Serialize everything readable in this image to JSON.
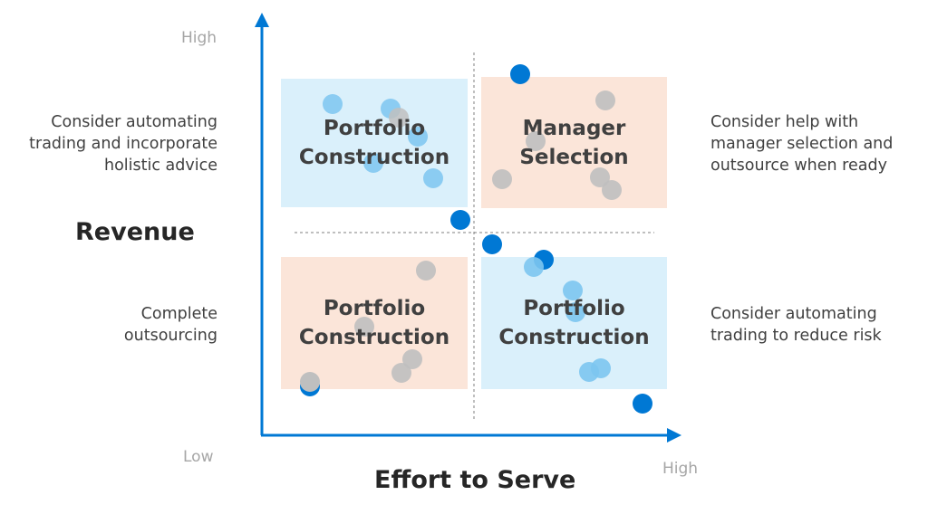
{
  "axis_y": {
    "high_label": "High",
    "low_label": "Low",
    "title": "Revenue"
  },
  "axis_x": {
    "high_label": "High",
    "title": "Effort to Serve"
  },
  "side_notes": {
    "top_left": [
      "Consider automating",
      "trading and incorporate",
      "holistic advice"
    ],
    "bottom_left": [
      "Complete",
      "outsourcing"
    ],
    "top_right": [
      "Consider help with",
      "manager selection and",
      "outsource when ready"
    ],
    "bottom_right": [
      "Consider automating",
      "trading to reduce risk"
    ]
  },
  "quadrants": {
    "top_left": {
      "lines": [
        "Portfolio",
        "Construction"
      ],
      "color": "#daf0fb"
    },
    "top_right": {
      "lines": [
        "Manager",
        "Selection"
      ],
      "color": "#fbe5d9"
    },
    "bottom_left": {
      "lines": [
        "Portfolio",
        "Construction"
      ],
      "color": "#fbe5d9"
    },
    "bottom_right": {
      "lines": [
        "Portfolio",
        "Construction"
      ],
      "color": "#daf0fb"
    }
  },
  "colors": {
    "axis": "#0078d4",
    "dot_dark": "#0078d4",
    "dot_light": "#7cc5f0",
    "dot_grey": "#bfbfbf",
    "divider": "#7f7f7f"
  }
}
